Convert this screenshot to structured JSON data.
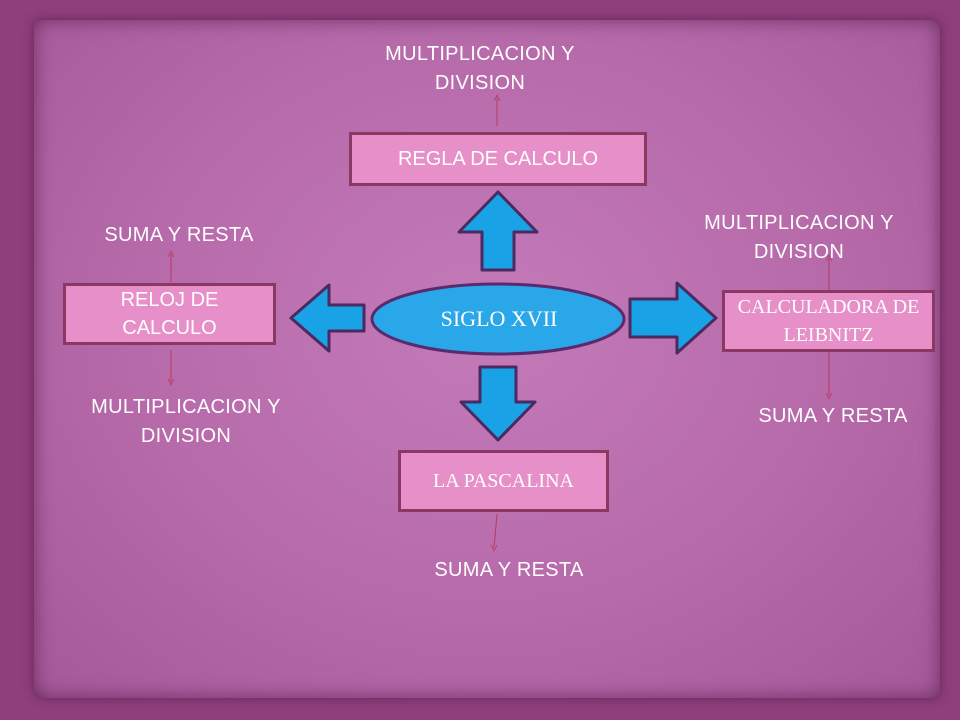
{
  "center": {
    "label": "SIGLO XVII"
  },
  "nodes": {
    "top": {
      "label": "REGLA DE CALCULO"
    },
    "left": {
      "label": "RELOJ DE CALCULO"
    },
    "right": {
      "label": "CALCULADORA DE LEIBNITZ"
    },
    "bottom": {
      "label": "LA PASCALINA"
    }
  },
  "annotations": {
    "top_above": "MULTIPLICACION Y DIVISION",
    "left_above": "SUMA Y RESTA",
    "left_below": "MULTIPLICACION Y DIVISION",
    "right_above": "MULTIPLICACION Y DIVISION",
    "right_below": "SUMA Y RESTA",
    "bottom_below": "SUMA Y RESTA"
  },
  "colors": {
    "background": "#8e3f7c",
    "panel": "#b66aaa",
    "box_fill": "#e78fc8",
    "box_border": "#8a3a62",
    "arrow_fill": "#19a2e6",
    "ellipse_fill": "#2aa7e8",
    "ellipse_border": "#5a2a6e",
    "connector": "#b83a5e"
  }
}
